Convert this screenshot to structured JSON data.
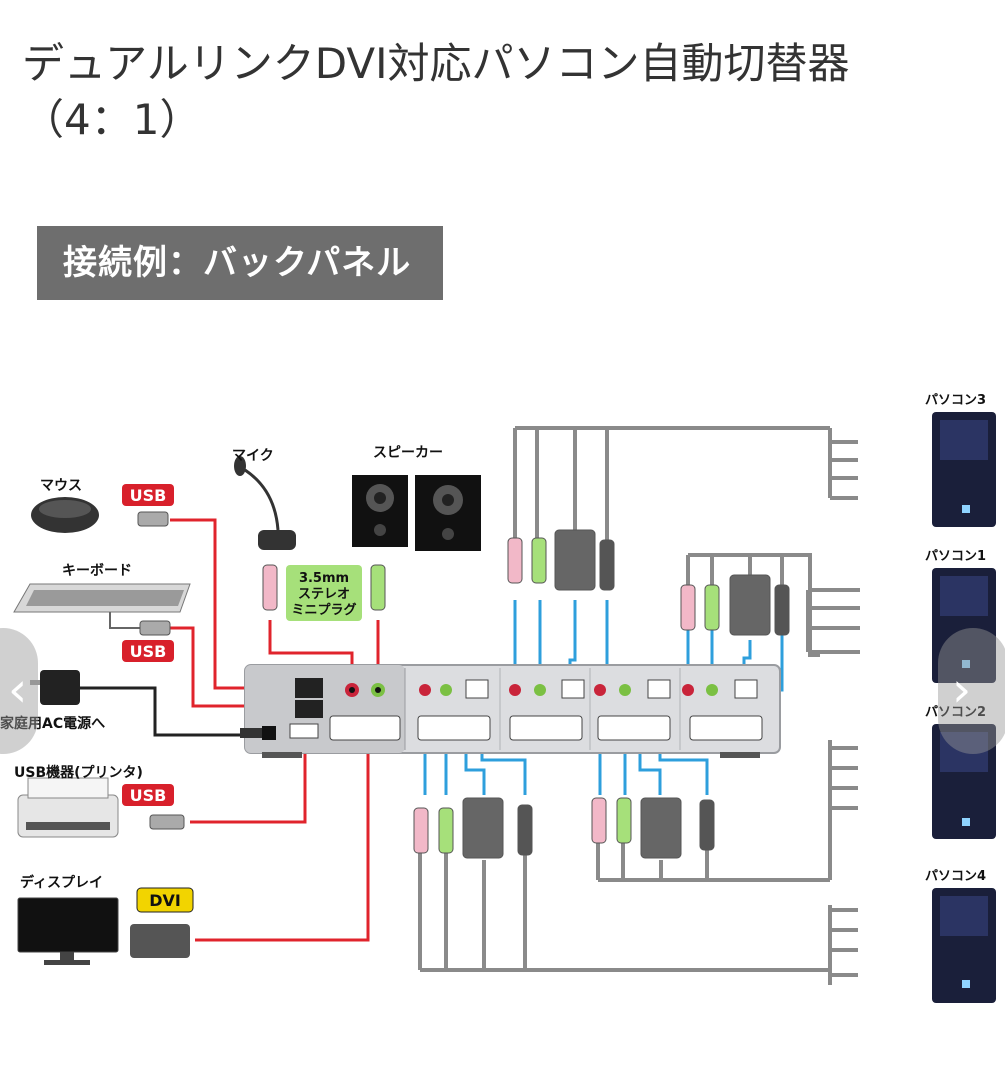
{
  "title": {
    "line1": "デュアルリンクDVI対応パソコン自動切替器",
    "line2": "（4：1）"
  },
  "section_label": "接続例：バックパネル",
  "labels": {
    "mouse": "マウス",
    "keyboard": "キーボード",
    "mic": "マイク",
    "speaker": "スピーカー",
    "plug": [
      "3.5mm",
      "ステレオ",
      "ミニプラグ"
    ],
    "ac": "家庭用AC電源へ",
    "usb_device": "USB機器(プリンタ)",
    "display": "ディスプレイ",
    "usb_badge": "USB",
    "dvi_badge": "DVI",
    "pc1": "パソコン1",
    "pc2": "パソコン2",
    "pc3": "パソコン3",
    "pc4": "パソコン4"
  },
  "colors": {
    "red_wire": "#e0242c",
    "blue_wire": "#2e9fdc",
    "gray_wire": "#8a8a8a",
    "black_wire": "#222222",
    "badge_red": "#d8202b",
    "badge_yellow": "#f2d400",
    "plug_green": "#a6e07a"
  },
  "nav": {
    "prev_icon": "chevron-left-icon",
    "next_icon": "chevron-right-icon"
  }
}
